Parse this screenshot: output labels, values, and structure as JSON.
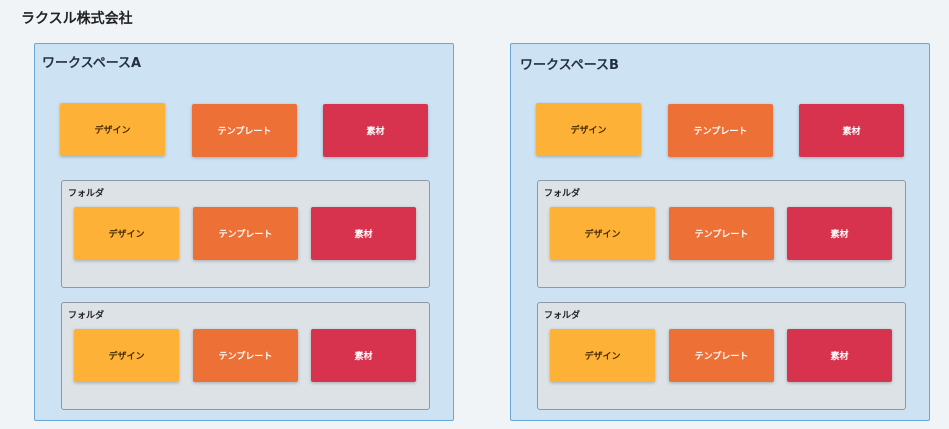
{
  "company": {
    "name": "ラクスル株式会社"
  },
  "colors": {
    "design": "#fdb137",
    "template": "#ed7036",
    "material": "#d7334e",
    "workspace_bg": "#cde3f4",
    "folder_bg": "#dde2e7"
  },
  "workspaces": [
    {
      "title": "ワークスペースA",
      "cards": [
        "デザイン",
        "テンプレート",
        "素材"
      ],
      "folders": [
        {
          "label": "フォルダ",
          "cards": [
            "デザイン",
            "テンプレート",
            "素材"
          ]
        },
        {
          "label": "フォルダ",
          "cards": [
            "デザイン",
            "テンプレート",
            "素材"
          ]
        }
      ]
    },
    {
      "title": "ワークスペースB",
      "cards": [
        "デザイン",
        "テンプレート",
        "素材"
      ],
      "folders": [
        {
          "label": "フォルダ",
          "cards": [
            "デザイン",
            "テンプレート",
            "素材"
          ]
        },
        {
          "label": "フォルダ",
          "cards": [
            "デザイン",
            "テンプレート",
            "素材"
          ]
        }
      ]
    }
  ]
}
